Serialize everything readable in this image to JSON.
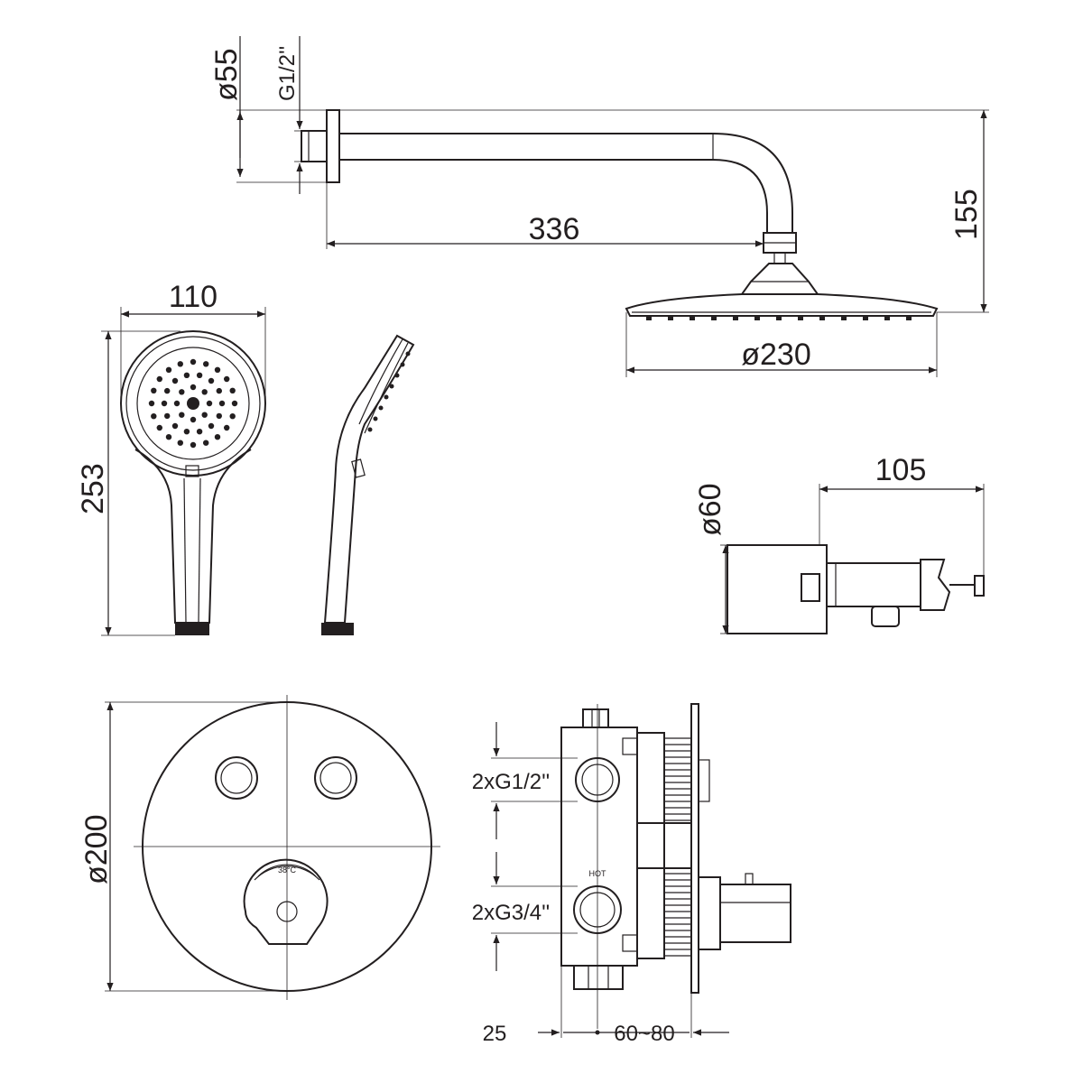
{
  "dimensions": {
    "shower_arm": {
      "flange_diameter": "ø55",
      "thread": "G1/2''",
      "length": "336",
      "drop": "155"
    },
    "head_shower": {
      "diameter": "ø230"
    },
    "hand_shower": {
      "head_width": "110",
      "length": "253"
    },
    "spout": {
      "flange_diameter": "ø60",
      "projection": "105"
    },
    "cover_plate": {
      "diameter": "ø200",
      "temperature_mark": "38°C"
    },
    "valve_body": {
      "outlets": "2xG1/2''",
      "inlets": "2xG3/4''",
      "hot_label": "HOT",
      "front_depth": "25",
      "install_depth": "60~80"
    }
  }
}
